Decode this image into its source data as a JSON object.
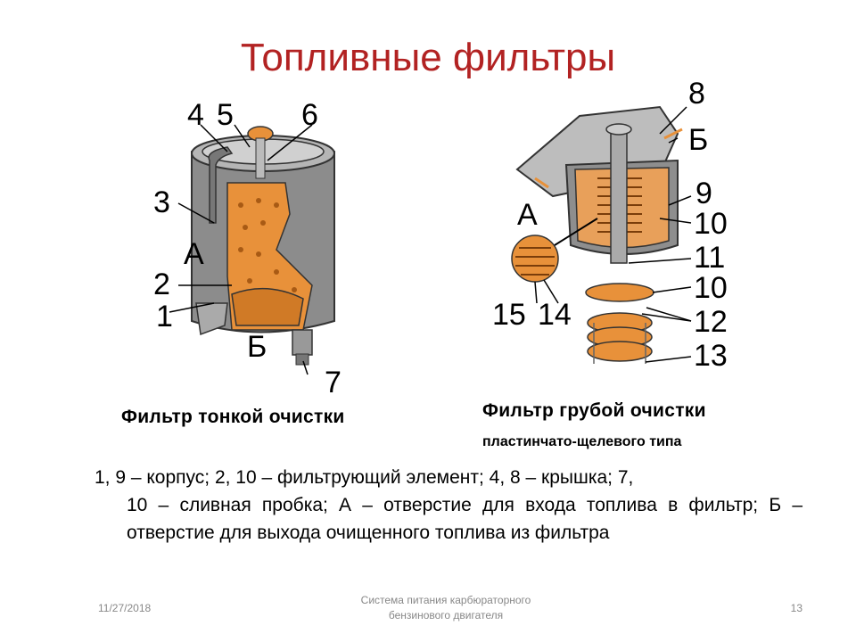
{
  "slide": {
    "title": "Топливные фильтры",
    "fine_filter": {
      "caption": "Фильтр тонкой очистки",
      "labels": {
        "l1": "1",
        "l2": "2",
        "l3": "3",
        "l4": "4",
        "l5": "5",
        "l6": "6",
        "l7": "7",
        "lA": "А",
        "lB": "Б"
      }
    },
    "coarse_filter": {
      "caption_line1": "Фильтр грубой очистки",
      "caption_line2": "пластинчато-щелевого типа",
      "labels": {
        "l8": "8",
        "lB": "Б",
        "l9": "9",
        "lA": "А",
        "l10a": "10",
        "l11": "11",
        "l10b": "10",
        "l12": "12",
        "l13": "13",
        "l15": "15",
        "l14": "14"
      }
    },
    "description": {
      "line1": "1, 9 – корпус; 2, 10 – фильтрующий элемент; 4, 8 – крышка; 7,",
      "rest": "10 – сливная пробка; А – отверстие для входа топлива в фильтр; Б – отверстие для выхода очищенного топлива из фильтра"
    },
    "footer": {
      "date": "11/27/2018",
      "center_line1": "Система питания карбюраторного",
      "center_line2": "бензинового двигателя",
      "page": "13"
    }
  },
  "colors": {
    "title": "#b22222",
    "filter_orange": "#e8913a",
    "metal_gray": "#9a9a9a"
  }
}
